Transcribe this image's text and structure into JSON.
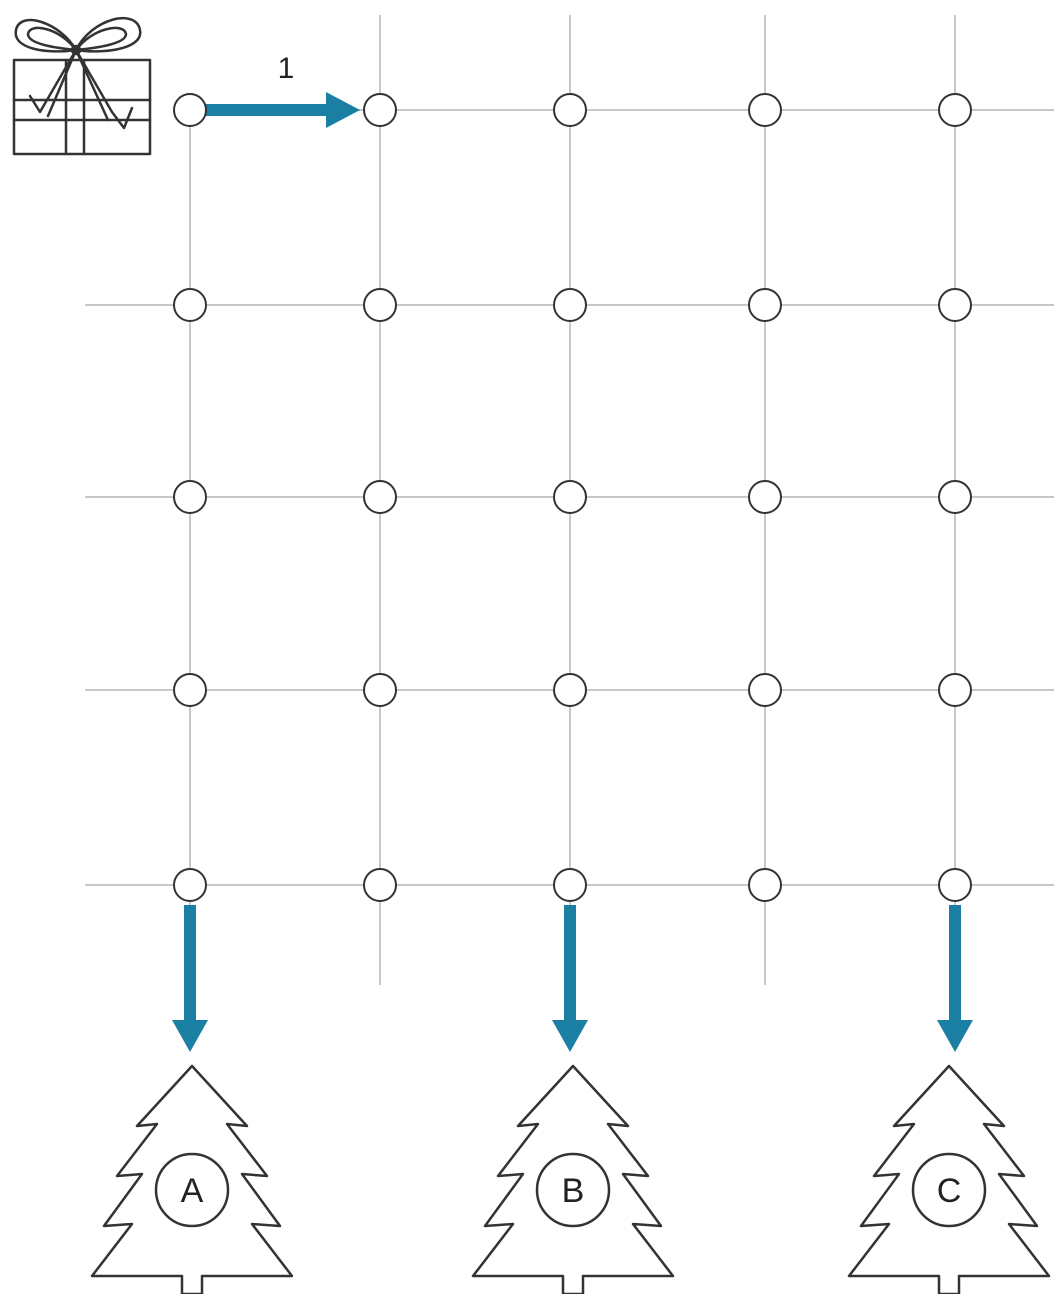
{
  "step_label": "1",
  "trees": [
    {
      "label": "A"
    },
    {
      "label": "B"
    },
    {
      "label": "C"
    }
  ],
  "grid": {
    "rows": 5,
    "columns": 5
  },
  "icons": {
    "start": "gift-box-icon",
    "target": "christmas-tree-icon"
  },
  "colors": {
    "arrow": "#1a7fa3",
    "grid_line": "#c8c8c8",
    "outline": "#333333",
    "background": "#ffffff"
  }
}
